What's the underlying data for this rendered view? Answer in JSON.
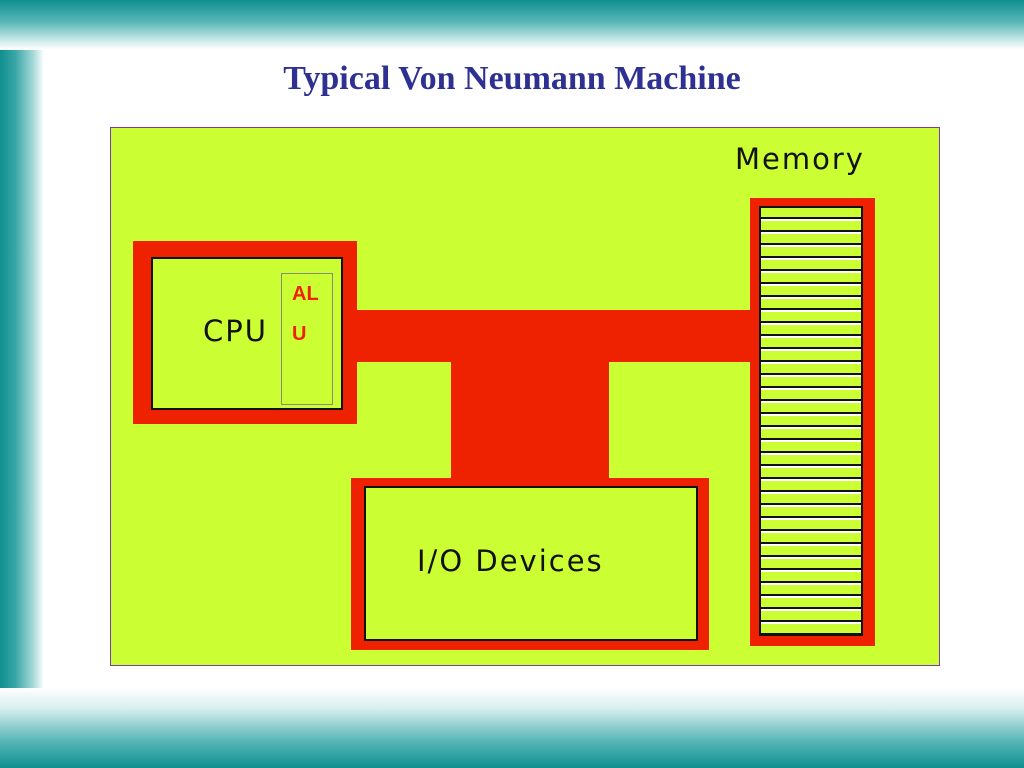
{
  "slide": {
    "title": "Typical Von Neumann Machine"
  },
  "diagram": {
    "memory_label": "Memory",
    "cpu_label": "CPU",
    "alu_label_line1": "AL",
    "alu_label_line2": "U",
    "io_label": "I/O Devices",
    "memory_cell_count": 32
  },
  "colors": {
    "title": "#2e3192",
    "diagram_background": "#ccff33",
    "bus_and_borders": "#ee2200",
    "alu_text": "#ee2200",
    "teal_frame": "#0f8f8f"
  }
}
